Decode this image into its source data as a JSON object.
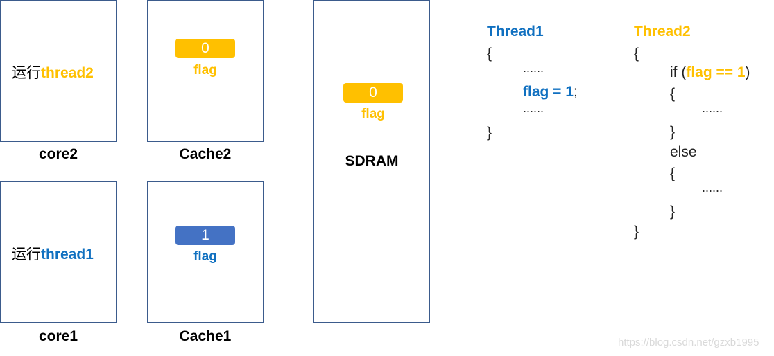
{
  "colors": {
    "thread1": "#1070c0",
    "thread2": "#ffc000",
    "pill_one": "#4472c4",
    "pill_zero": "#ffc000",
    "box_border": "#3b5b8c"
  },
  "core2": {
    "prefix": "运行",
    "thread": "thread2",
    "caption": "core2"
  },
  "core1": {
    "prefix": "运行",
    "thread": "thread1",
    "caption": "core1"
  },
  "cache2": {
    "value": "0",
    "flag": "flag",
    "caption": "Cache2"
  },
  "cache1": {
    "value": "1",
    "flag": "flag",
    "caption": "Cache1"
  },
  "sdram": {
    "value": "0",
    "flag": "flag",
    "caption": "SDRAM"
  },
  "thread1_code": {
    "title": "Thread1",
    "open": "{",
    "dots1": "......",
    "assign": "flag = 1",
    "semi": ";",
    "dots2": "......",
    "close": "}"
  },
  "thread2_code": {
    "title": "Thread2",
    "open": "{",
    "if_kw": "if (",
    "cond": "flag == 1",
    "if_close": ")",
    "open2": "{",
    "dots1": "......",
    "close2": "}",
    "else": "else",
    "open3": "{",
    "dots2": "......",
    "close3": "}",
    "close": "}"
  },
  "watermark": "https://blog.csdn.net/gzxb1995"
}
